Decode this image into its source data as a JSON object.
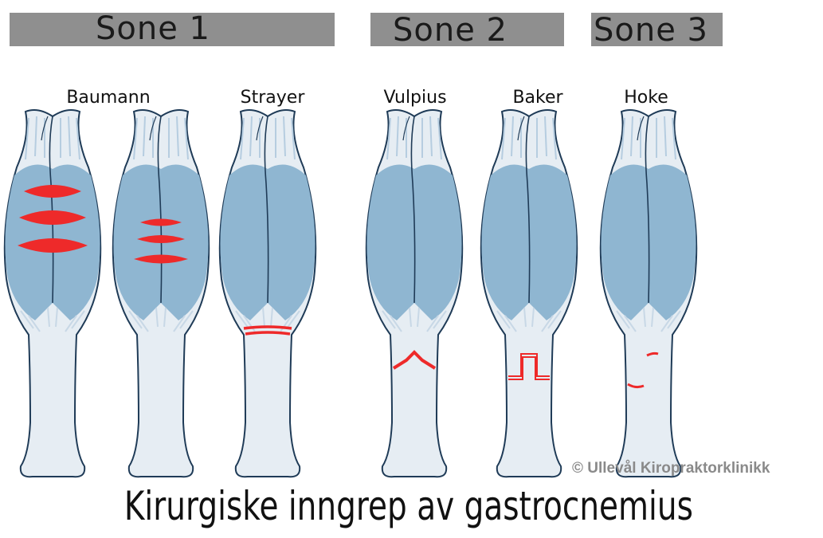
{
  "zones": [
    {
      "label": "Sone 1"
    },
    {
      "label": "Sone 2"
    },
    {
      "label": "Sone 3"
    }
  ],
  "procedures": [
    {
      "label": "Baumann",
      "marking": "three-lens-incisions-large"
    },
    {
      "label": "",
      "marking": "three-lens-incisions-small"
    },
    {
      "label": "Strayer",
      "marking": "transverse-double-line"
    },
    {
      "label": "Vulpius",
      "marking": "chevron"
    },
    {
      "label": "Baker",
      "marking": "tongue-in-groove"
    },
    {
      "label": "Hoke",
      "marking": "two-half-cuts"
    }
  ],
  "watermark": "© Ullevål Kiropraktorklinikk",
  "caption": "Kirurgiske inngrep av gastrocnemius",
  "colors": {
    "zone_bar": "#8f8f8f",
    "muscle": "#8fb6d1",
    "tendon": "#e6edf3",
    "outline": "#1f3b57",
    "incision": "#ee2a2a"
  }
}
